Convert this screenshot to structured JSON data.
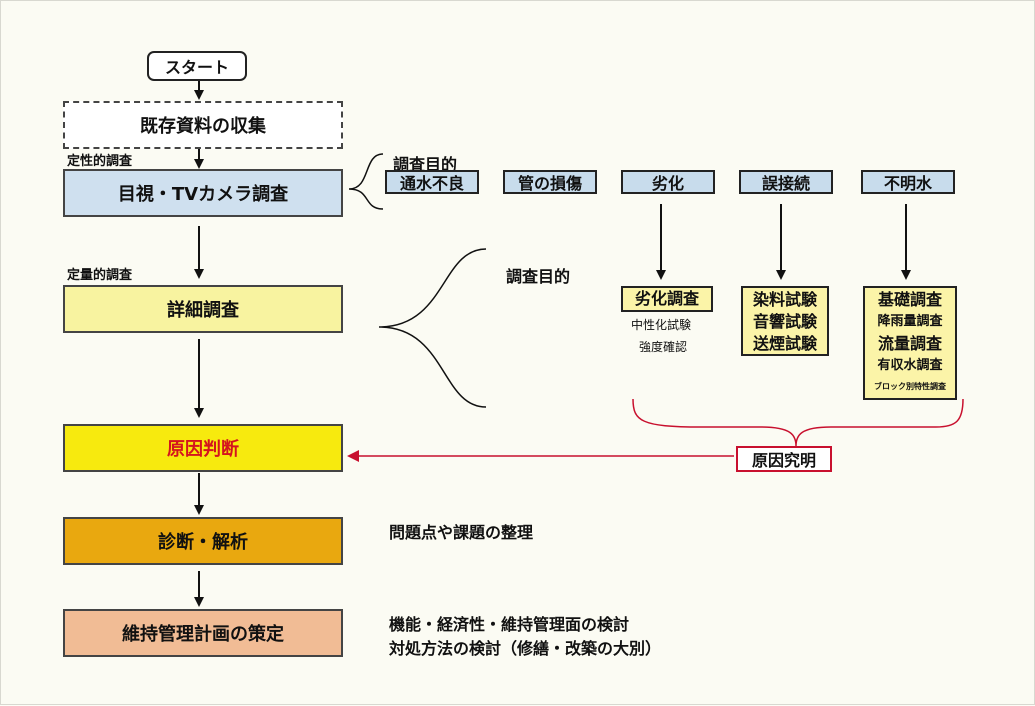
{
  "flow": {
    "start": "スタート",
    "collect": "既存資料の収集",
    "qualitative_label": "定性的調査",
    "visual": "目視・TVカメラ調査",
    "quantitative_label": "定量的調査",
    "detail": "詳細調査",
    "cause": "原因判断",
    "diagnosis": "診断・解析",
    "plan": "維持管理計画の策定"
  },
  "purpose": {
    "title_top": "調査目的",
    "title_mid": "調査目的",
    "items": [
      "通水不良",
      "管の損傷",
      "劣化",
      "誤接続",
      "不明水"
    ]
  },
  "details": {
    "deterioration": {
      "main": "劣化調査",
      "subs": [
        "中性化試験",
        "強度確認"
      ]
    },
    "misconnection": {
      "items": [
        "染料試験",
        "音響試験",
        "送煙試験"
      ]
    },
    "infiltration": {
      "items": [
        "基礎調査",
        "降雨量調査",
        "流量調査",
        "有収水調査",
        "ブロック別特性調査"
      ]
    }
  },
  "cause_investigation": "原因究明",
  "notes": {
    "diagnosis": "問題点や課題の整理",
    "plan_line1": "機能・経済性・維持管理面の検討",
    "plan_line2": "対処方法の検討（修繕・改築の大別）"
  },
  "colors": {
    "visual_fill": "#cfe0ef",
    "detail_fill": "#f8f3a0",
    "cause_fill": "#f7ea0e",
    "cause_text": "#d4141e",
    "diagnosis_fill": "#e9a80f",
    "plan_fill": "#f1bc95",
    "arrow_red": "#c8102e"
  }
}
